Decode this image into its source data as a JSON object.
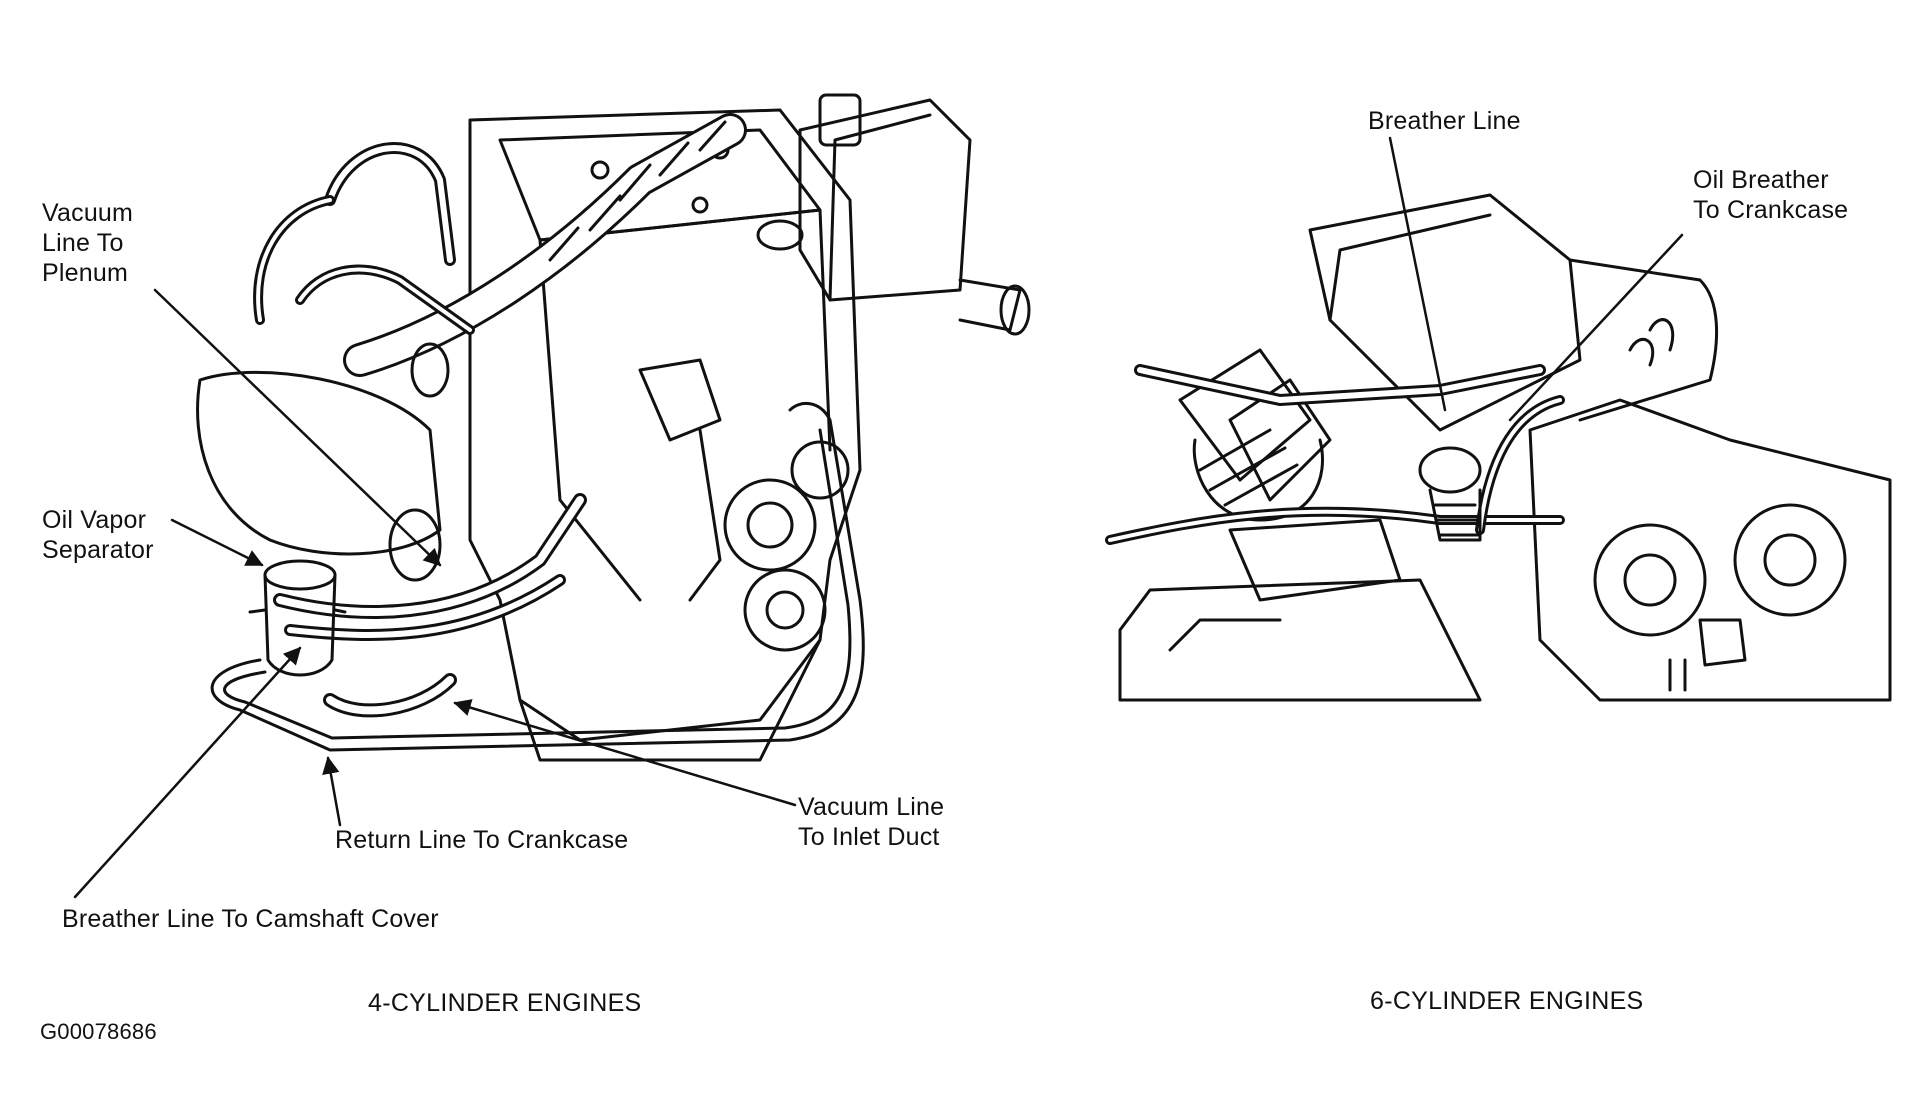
{
  "figure_id": "G00078686",
  "panels": [
    {
      "caption": "4-CYLINDER ENGINES",
      "labels": {
        "vacuum_line_plenum": [
          "Vacuum",
          "Line To",
          "Plenum"
        ],
        "oil_vapor_separator": [
          "Oil Vapor",
          "Separator"
        ],
        "return_line": [
          "Return Line To Crankcase"
        ],
        "vacuum_line_inlet": [
          "Vacuum Line",
          "To Inlet Duct"
        ],
        "breather_line_cam": [
          "Breather Line To Camshaft Cover"
        ]
      }
    },
    {
      "caption": "6-CYLINDER ENGINES",
      "labels": {
        "breather_line": [
          "Breather Line"
        ],
        "oil_breather": [
          "Oil Breather",
          "To Crankcase"
        ]
      }
    }
  ],
  "colors": {
    "ink": "#111111",
    "paper": "#ffffff"
  }
}
